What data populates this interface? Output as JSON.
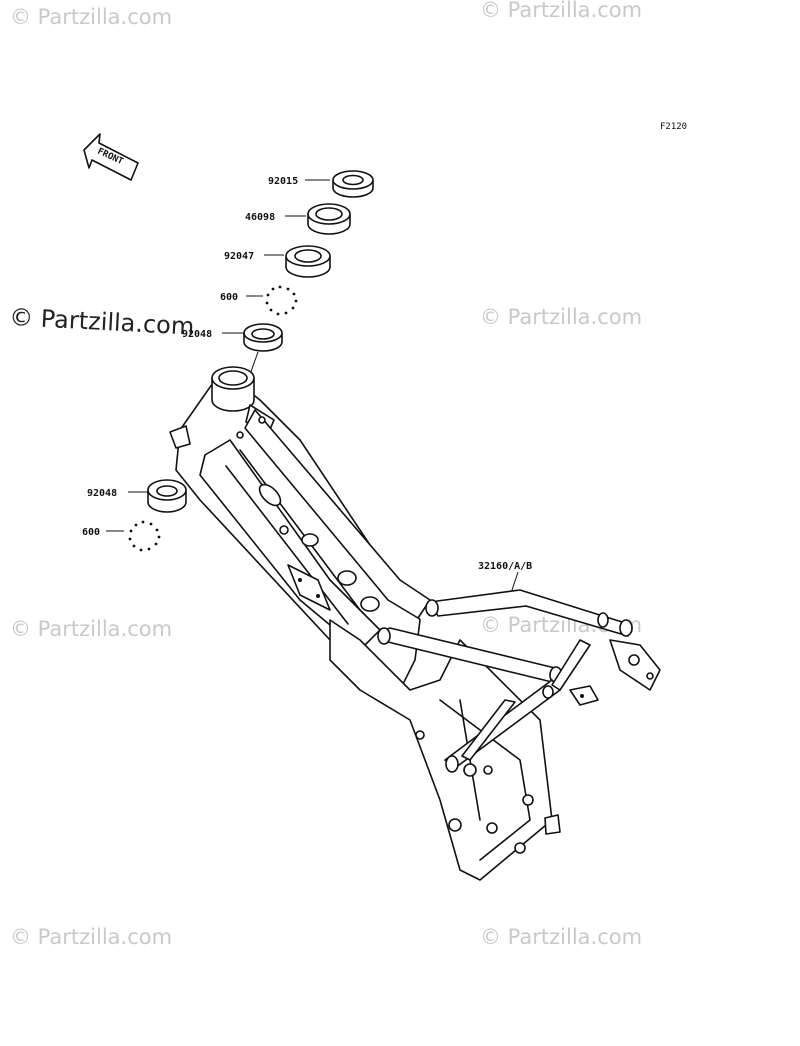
{
  "diagram": {
    "code": "F2120",
    "front_label": "FRONT",
    "parts": [
      {
        "number": "92015"
      },
      {
        "number": "46098"
      },
      {
        "number": "92047"
      },
      {
        "number": "600"
      },
      {
        "number": "92048"
      },
      {
        "number": "92048"
      },
      {
        "number": "600"
      },
      {
        "number": "32160/A/B"
      }
    ]
  },
  "watermark": {
    "text": "© Partzilla.com",
    "color": "#c9c9c9",
    "prominent_color": "#222222"
  }
}
